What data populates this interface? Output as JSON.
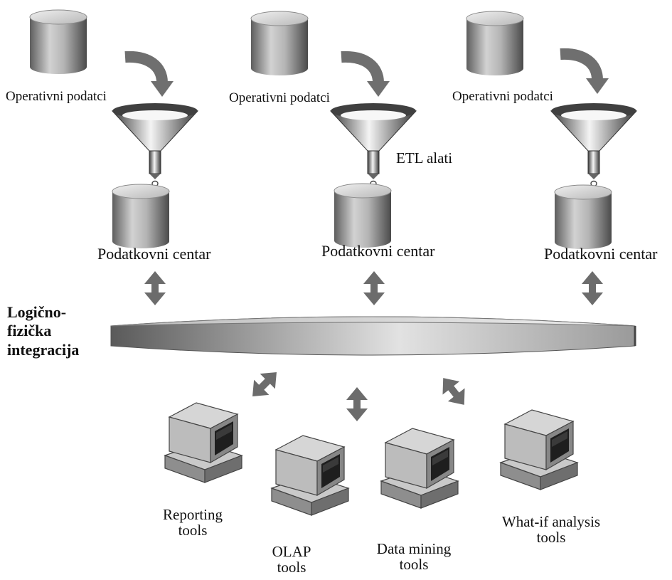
{
  "sources": [
    {
      "label": "Operativni podatci"
    },
    {
      "label": "Operativni podatci"
    },
    {
      "label": "Operativni podatci"
    }
  ],
  "etl_label": "ETL alati",
  "data_marts": [
    {
      "label": "Podatkovni centar"
    },
    {
      "label": "Podatkovni centar"
    },
    {
      "label": "Podatkovni centar"
    }
  ],
  "integration": {
    "line1": "Logično-",
    "line2": "fizička",
    "line3": "integracija"
  },
  "tools": [
    {
      "line1": "Reporting",
      "line2": "tools"
    },
    {
      "line1": "OLAP",
      "line2": "tools"
    },
    {
      "line1": "Data mining",
      "line2": "tools"
    },
    {
      "line1": "What-if analysis",
      "line2": "tools"
    }
  ]
}
